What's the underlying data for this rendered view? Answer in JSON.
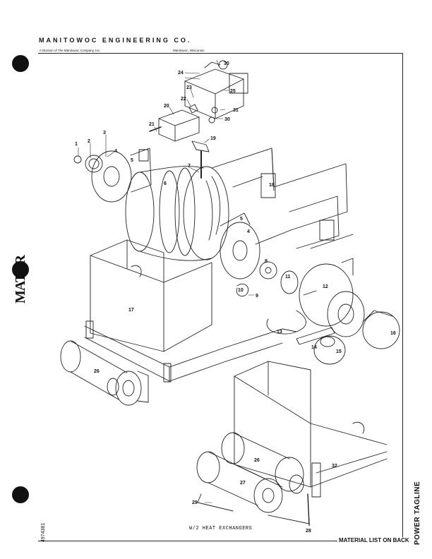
{
  "header": {
    "company": "MANITOWOC ENGINEERING CO.",
    "division": "A Division of The Manitowoc Company, Inc.",
    "location": "Manitowoc, Wisconsin"
  },
  "side": {
    "brand_vertical": "MATER",
    "tagline": "POWER TAGLINE",
    "doc_number": "4974381"
  },
  "footer": {
    "material_list": "MATERIAL LIST ON BACK"
  },
  "drawing": {
    "caption": "W/2 HEAT EXCHANGERS",
    "callouts": [
      {
        "id": "c1",
        "text": "1"
      },
      {
        "id": "c2",
        "text": "2"
      },
      {
        "id": "c3",
        "text": "3"
      },
      {
        "id": "c4a",
        "text": "4"
      },
      {
        "id": "c4b",
        "text": "4"
      },
      {
        "id": "c5a",
        "text": "5"
      },
      {
        "id": "c5b",
        "text": "5"
      },
      {
        "id": "c6",
        "text": "6"
      },
      {
        "id": "c7",
        "text": "7"
      },
      {
        "id": "c8",
        "text": "8"
      },
      {
        "id": "c9",
        "text": "9"
      },
      {
        "id": "c10",
        "text": "10"
      },
      {
        "id": "c11",
        "text": "11"
      },
      {
        "id": "c12",
        "text": "12"
      },
      {
        "id": "c13",
        "text": "13"
      },
      {
        "id": "c14",
        "text": "14"
      },
      {
        "id": "c15",
        "text": "15"
      },
      {
        "id": "c16",
        "text": "16"
      },
      {
        "id": "c17",
        "text": "17"
      },
      {
        "id": "c18",
        "text": "18"
      },
      {
        "id": "c19",
        "text": "19"
      },
      {
        "id": "c20",
        "text": "20"
      },
      {
        "id": "c21",
        "text": "21"
      },
      {
        "id": "c22",
        "text": "22"
      },
      {
        "id": "c23",
        "text": "23"
      },
      {
        "id": "c24",
        "text": "24"
      },
      {
        "id": "c25",
        "text": "25"
      },
      {
        "id": "c26a",
        "text": "26"
      },
      {
        "id": "c26b",
        "text": "26"
      },
      {
        "id": "c27",
        "text": "27"
      },
      {
        "id": "c28",
        "text": "28"
      },
      {
        "id": "c29",
        "text": "29"
      },
      {
        "id": "c30a",
        "text": "30"
      },
      {
        "id": "c30b",
        "text": "30"
      },
      {
        "id": "c31",
        "text": "31"
      },
      {
        "id": "c32",
        "text": "32"
      }
    ]
  }
}
